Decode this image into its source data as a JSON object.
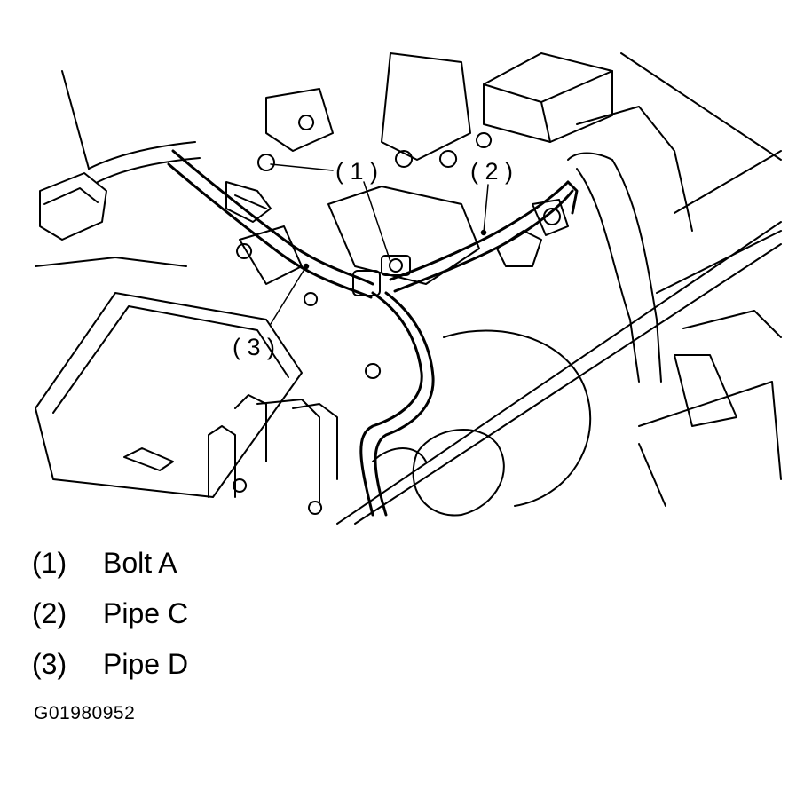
{
  "callouts": {
    "c1": "( 1 )",
    "c2": "( 2 )",
    "c3": "( 3 )"
  },
  "legend": [
    {
      "num": "(1)",
      "label": "Bolt A"
    },
    {
      "num": "(2)",
      "label": "Pipe C"
    },
    {
      "num": "(3)",
      "label": "Pipe D"
    }
  ],
  "figure_code": "G01980952"
}
